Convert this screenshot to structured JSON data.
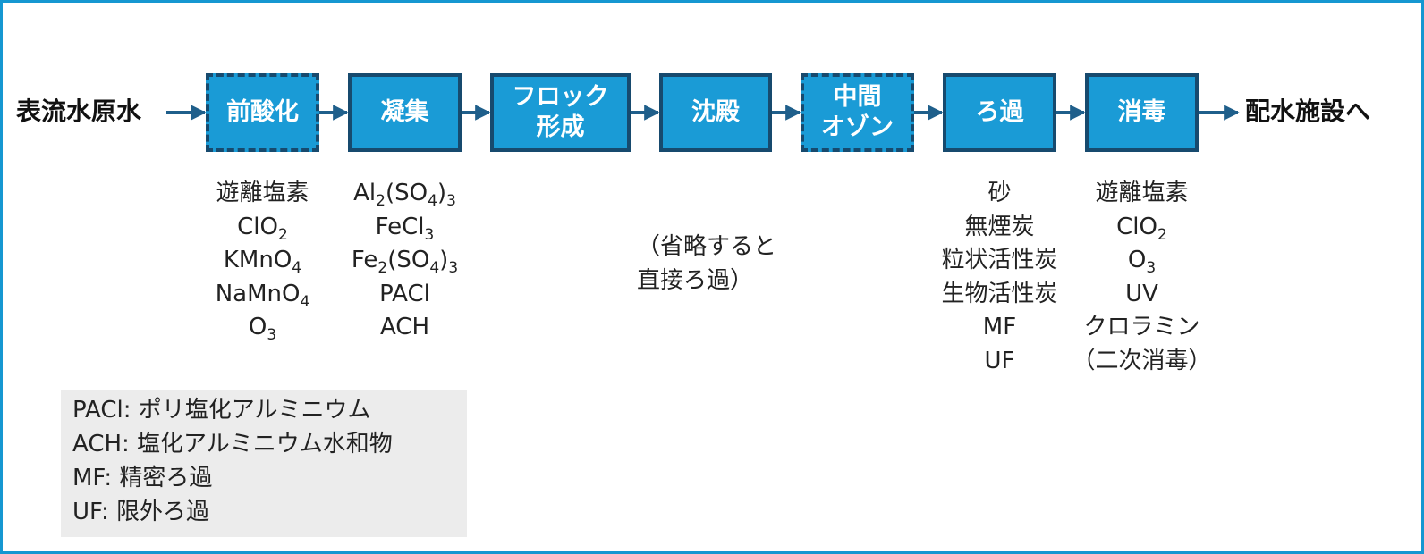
{
  "diagram": {
    "source_label": "表流水原水",
    "destination_label": "配水施設へ",
    "steps": [
      {
        "id": "pre-oxidation",
        "label": "前酸化",
        "dashed": true
      },
      {
        "id": "coagulation",
        "label": "凝集",
        "dashed": false
      },
      {
        "id": "floc-formation",
        "label": "フロック\n形成",
        "dashed": false
      },
      {
        "id": "sedimentation",
        "label": "沈殿",
        "dashed": false
      },
      {
        "id": "intermediate-ozone",
        "label": "中間\nオゾン",
        "dashed": true
      },
      {
        "id": "filtration",
        "label": "ろ過",
        "dashed": false
      },
      {
        "id": "disinfection",
        "label": "消毒",
        "dashed": false
      }
    ],
    "details": {
      "pre_oxidation": [
        "遊離塩素",
        "ClO2",
        "KMnO4",
        "NaMnO4",
        "O3"
      ],
      "coagulation": [
        "Al2(SO4)3",
        "FeCl3",
        "Fe2(SO4)3",
        "PACl",
        "ACH"
      ],
      "sedimentation": [
        "（省略すると",
        "直接ろ過）"
      ],
      "filtration": [
        "砂",
        "無煙炭",
        "粒状活性炭",
        "生物活性炭",
        "MF",
        "UF"
      ],
      "disinfection": [
        "遊離塩素",
        "ClO2",
        "O3",
        "UV",
        "クロラミン",
        "（二次消毒）"
      ]
    },
    "legend": [
      "PACl: ポリ塩化アルミニウム",
      "ACH: 塩化アルミニウム水和物",
      "MF: 精密ろ過",
      "UF: 限外ろ過"
    ],
    "colors": {
      "box_fill": "#1a9bd6",
      "box_border": "#174a6e",
      "arrow": "#1f5f8b",
      "frame": "#1597d1",
      "legend_bg": "#ececec"
    }
  }
}
